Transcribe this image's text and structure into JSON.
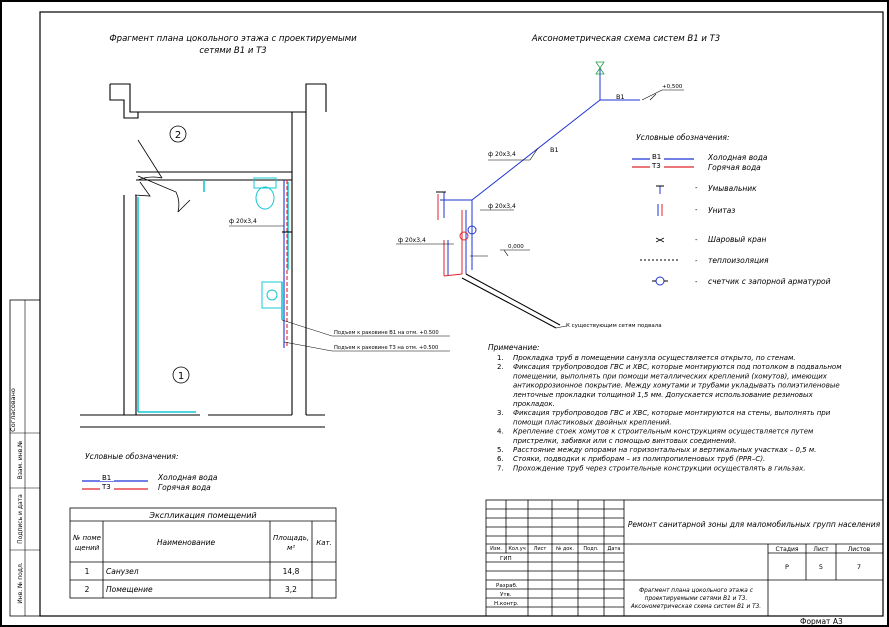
{
  "plan": {
    "title_line1": "Фрагмент плана цокольного этажа с проектируемыми",
    "title_line2": "сетями В1 и Т3",
    "room1": "1",
    "room2": "2",
    "pipe_label": "ф 20х3,4",
    "riser_b1": "Подъем к раковине В1 на отм. +0.500",
    "riser_t3": "Подъем к раковине Т3 на отм. +0.500",
    "legend_title": "Условные обозначения:",
    "legend_b1_code": "В1",
    "legend_b1_text": "Холодная вода",
    "legend_t3_code": "Т3",
    "legend_t3_text": "Горячая вода"
  },
  "axo": {
    "title": "Аксонометрическая схема систем В1 и Т3",
    "b1_top": "В1",
    "mark_top": "+0,500",
    "pipe1": "ф 20х3,4",
    "b1_mid": "В1",
    "pipe2": "ф 20х3,4",
    "pipe3": "ф 20х3,4",
    "mark_zero": "0,000",
    "existing": "К существующим сетям подвала"
  },
  "legend": {
    "title": "Условные обозначения:",
    "b1_code": "В1",
    "b1_text": "Холодная вода",
    "t3_code": "Т3",
    "t3_text": "Горячая вода",
    "sink": "Умывальник",
    "toilet": "Унитаз",
    "valve": "Шаровый кран",
    "insulation": "теплоизоляция",
    "meter": "счетчик с запорной арматурой"
  },
  "notes": {
    "title": "Примечание:",
    "items": [
      [
        "1.",
        "Прокладка труб в помещении санузла осуществляется открыто, по стенам."
      ],
      [
        "2.",
        "Фиксация трубопроводов ГВС и ХВС, которые монтируются под потолком в подвальном"
      ],
      [
        "",
        "помещении, выполнять при помощи металлических креплений (хомутов), имеющих"
      ],
      [
        "",
        "антикоррозионное покрытие. Между хомутами и трубами укладывать полиэтиленовые"
      ],
      [
        "",
        "ленточные прокладки толщиной 1,5 мм. Допускается использование резиновых"
      ],
      [
        "",
        "прокладок."
      ],
      [
        "3.",
        "Фиксация трубопроводов ГВС и ХВС, которые монтируются на стены, выполнять при"
      ],
      [
        "",
        "помощи пластиковых двойных креплений."
      ],
      [
        "4.",
        "Крепление стоек хомутов к строительным конструкциям осуществляется путем"
      ],
      [
        "",
        "пристрелки, забивки или с помощью винтовых соединений."
      ],
      [
        "5.",
        "Расстояние между опорами на горизонтальных и вертикальных участках – 0,5 м."
      ],
      [
        "6.",
        "Стояки, подводки к приборам – из полипропиленовых труб (PPR–C)."
      ],
      [
        "7.",
        "Прохождение труб через строительные конструкции осуществлять в гильзах."
      ]
    ]
  },
  "explication": {
    "title": "Экспликация помещений",
    "h_num": [
      "№ поме",
      "щений"
    ],
    "h_name": "Наименование",
    "h_area": [
      "Площадь,",
      "м²"
    ],
    "h_cat": "Кат.",
    "rows": [
      {
        "num": "1",
        "name": "Санузел",
        "area": "14,8"
      },
      {
        "num": "2",
        "name": "Помещение",
        "area": "3,2"
      }
    ]
  },
  "stamp": {
    "project": "Ремонт санитарной зоны для маломобильных групп населения",
    "cols": [
      "Изм.",
      "Кол.уч",
      "Лист",
      "№ док.",
      "Подп.",
      "Дата"
    ],
    "roles": [
      "ГИП",
      "Разраб.",
      "Утв.",
      "Н.контр."
    ],
    "stage_h": "Стадия",
    "sheet_h": "Лист",
    "sheets_h": "Листов",
    "stage": "Р",
    "sheet": "5",
    "sheets": "7",
    "desc1": "Фрагмент плана цокольного этажа с",
    "desc2": "проектируемыми сетями В1 и Т3.",
    "desc3": "Аксонометрическая схема систем В1 и Т3.",
    "format": "Формат А3"
  },
  "side": {
    "agreed": "Согласовано",
    "inv_replace": "Взам. инв.№",
    "sign_date": "Подпись и дата",
    "inv_orig": "Инв. № подл."
  },
  "colors": {
    "wall": "#000000",
    "cold": "#1f33d6",
    "hot": "#e0262a",
    "fixture": "#16c8d4",
    "paper": "#ffffff"
  }
}
